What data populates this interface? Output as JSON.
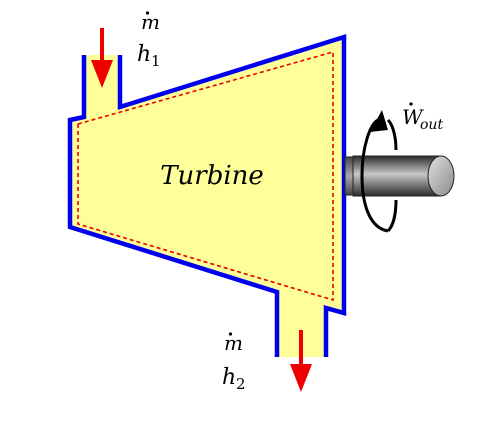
{
  "diagram": {
    "title": "Turbine",
    "inlet": {
      "symbol": "m",
      "sub": "h",
      "sub_index": "1"
    },
    "outlet": {
      "symbol": "m",
      "sub": "h",
      "sub_index": "2"
    },
    "work": {
      "symbol": "W",
      "sub": "out"
    }
  },
  "colors": {
    "body_fill": "#ffff99",
    "outline": "#0000ee",
    "dashed": "#ee0000",
    "arrow": "#ee0000",
    "shaft_dark": "#333333",
    "shaft_light": "#bbbbbb"
  }
}
